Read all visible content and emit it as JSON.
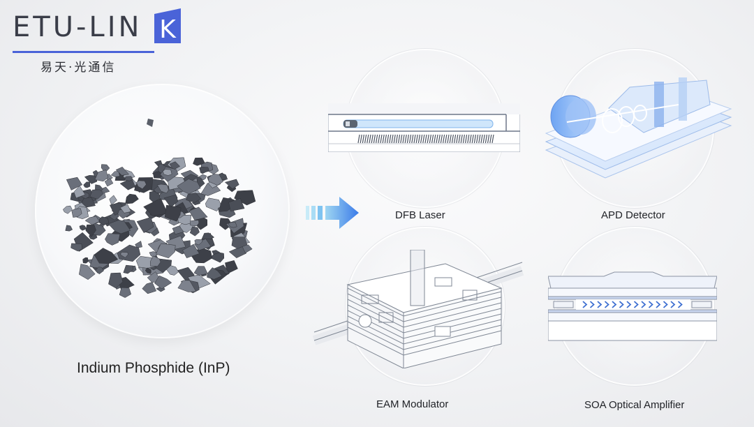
{
  "logo": {
    "brand_main": "ETU-LIN",
    "brand_k": "K",
    "brand_sub": "易天·光通信",
    "accent_color": "#4a63d8"
  },
  "material": {
    "label": "Indium Phosphide (InP)"
  },
  "arrow_icon": "right-arrow-icon",
  "devices": [
    {
      "label": "DFB Laser",
      "icon": "dfb-laser-icon"
    },
    {
      "label": "APD Detector",
      "icon": "apd-detector-icon"
    },
    {
      "label": "EAM Modulator",
      "icon": "eam-modulator-icon"
    },
    {
      "label": "SOA Optical Amplifier",
      "icon": "soa-amplifier-icon"
    }
  ]
}
